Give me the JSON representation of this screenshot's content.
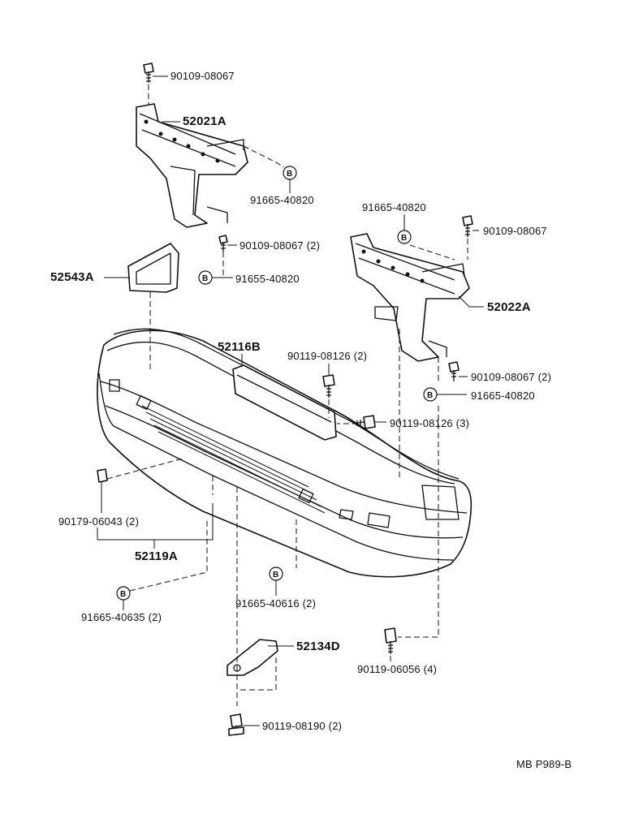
{
  "callouts": {
    "p90109_top": "90109-08067",
    "p52021A": "52021A",
    "p91665_left_clip": "91665-40820",
    "p90109_left_mid": "90109-08067 (2)",
    "p91655_left": "91655-40820",
    "p52543A": "52543A",
    "p91665_right_top": "91665-40820",
    "p90109_right_top": "90109-08067",
    "p52022A": "52022A",
    "p52116B": "52116B",
    "p90119_08126_2": "90119-08126 (2)",
    "p90109_right_mid": "90109-08067 (2)",
    "p91665_right_mid": "91665-40820",
    "p90119_08126_3": "90119-08126 (3)",
    "p90179": "90179-06043 (2)",
    "p52119A": "52119A",
    "p91665_40616": "91665-40616 (2)",
    "p91665_40635": "91665-40635 (2)",
    "p52134D": "52134D",
    "p90119_06056": "90119-06056 (4)",
    "p90119_08190": "90119-08190 (2)"
  },
  "clip_marker": "B",
  "drawing_ref": "MB P989-B"
}
